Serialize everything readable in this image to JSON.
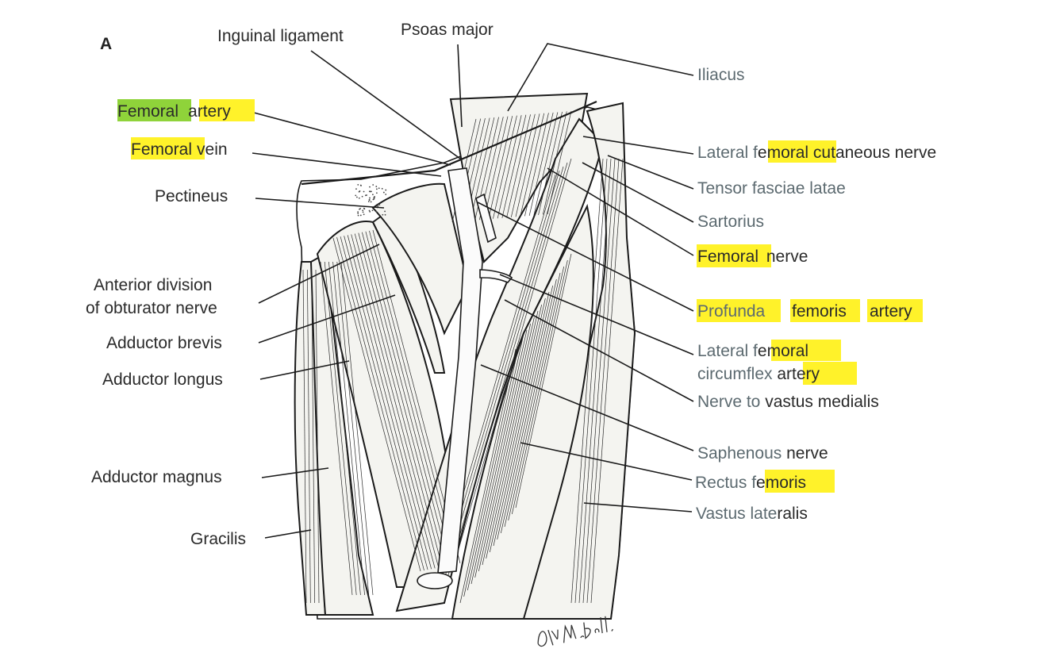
{
  "panel_label": "A",
  "signature": "D.M. Bell.",
  "labels": {
    "inguinal_ligament": "Inguinal ligament",
    "psoas_major": "Psoas major",
    "iliacus": "Iliacus",
    "femoral_artery_a": "Femoral",
    "femoral_artery_b": "artery",
    "femoral_vein_a": "Femoral",
    "femoral_vein_b": "vein",
    "pectineus": "Pectineus",
    "anterior_division_1": "Anterior division",
    "anterior_division_2": "of obturator nerve",
    "adductor_brevis": "Adductor brevis",
    "adductor_longus": "Adductor longus",
    "adductor_magnus": "Adductor magnus",
    "gracilis": "Gracilis",
    "lat_fem_cut_a": "Lateral f",
    "lat_fem_cut_b": "emoral",
    "lat_fem_cut_c": " cutaneous nerve",
    "tensor_fasciae_latae": "Tensor fasciae latae",
    "sartorius": "Sartorius",
    "femoral_nerve_a": "Femoral",
    "femoral_nerve_b": " nerve",
    "profunda_a": "Profunda",
    "profunda_b": "femoris",
    "profunda_c": "artery",
    "lat_circ_1a": "Lateral f",
    "lat_circ_1b": "emoral",
    "lat_circ_2a": "circumflex ",
    "lat_circ_2b": "artery",
    "nerve_vm_a": "Nerve to",
    "nerve_vm_b": " vastus medialis",
    "saphenous_a": "Saphenous",
    "saphenous_b": " nerve",
    "rectus_a": "Rectus f",
    "rectus_b": "emoris",
    "vastus_a": "Vastus late",
    "vastus_b": "ralis"
  },
  "highlight_colors": {
    "yellow": "#fff22a",
    "green": "#8fd33a"
  }
}
